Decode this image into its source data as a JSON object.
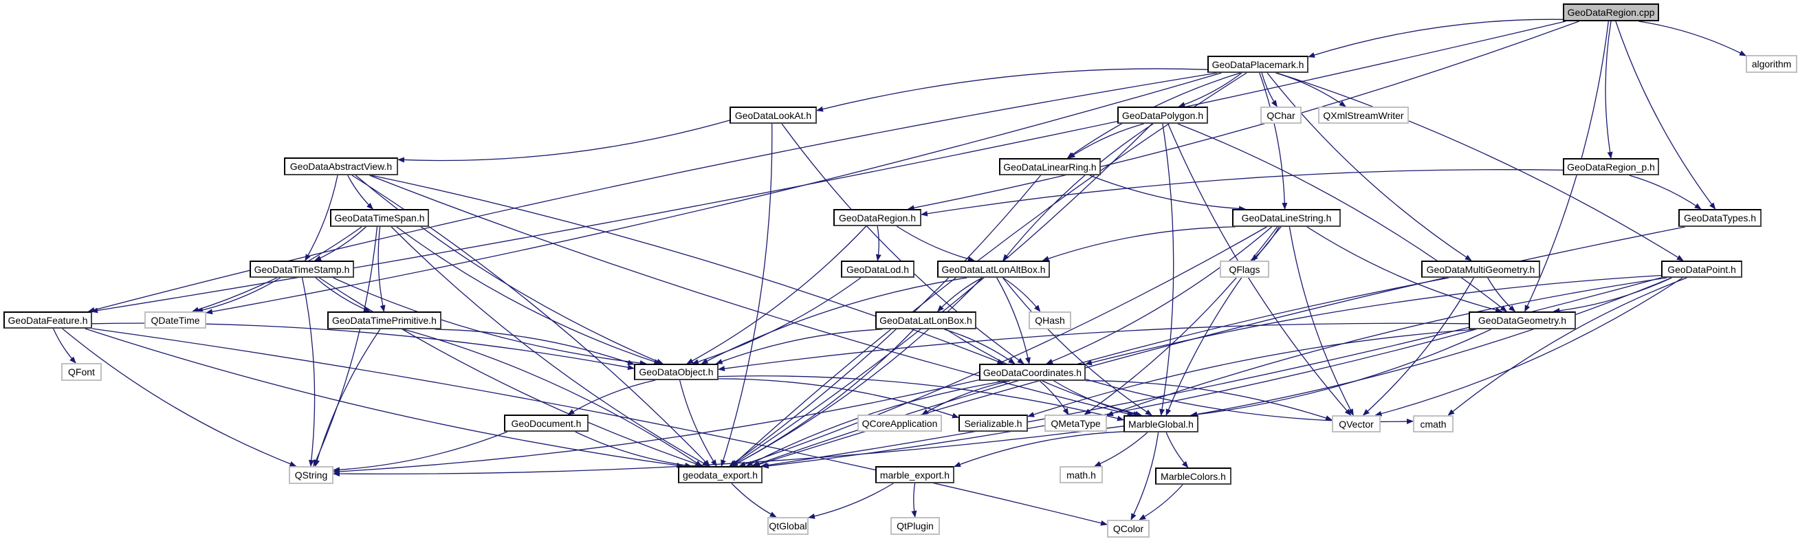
{
  "title": "GeoDataRegion.cpp include dependency graph",
  "colors": {
    "edge": "#191970",
    "local_border": "#000000",
    "external_border": "#bfbfbf",
    "root_fill": "#bfbfbf"
  },
  "nodes": [
    {
      "id": "GeoDataRegion.cpp",
      "kind": "root"
    },
    {
      "id": "GeoDataPlacemark.h",
      "kind": "local"
    },
    {
      "id": "algorithm",
      "kind": "external"
    },
    {
      "id": "GeoDataLookAt.h",
      "kind": "local"
    },
    {
      "id": "GeoDataPolygon.h",
      "kind": "local"
    },
    {
      "id": "QChar",
      "kind": "external"
    },
    {
      "id": "QXmlStreamWriter",
      "kind": "external"
    },
    {
      "id": "GeoDataAbstractView.h",
      "kind": "local"
    },
    {
      "id": "GeoDataLinearRing.h",
      "kind": "local"
    },
    {
      "id": "GeoDataRegion_p.h",
      "kind": "local"
    },
    {
      "id": "GeoDataTimeSpan.h",
      "kind": "local"
    },
    {
      "id": "GeoDataRegion.h",
      "kind": "local"
    },
    {
      "id": "GeoDataLineString.h",
      "kind": "local"
    },
    {
      "id": "GeoDataTypes.h",
      "kind": "local"
    },
    {
      "id": "GeoDataTimeStamp.h",
      "kind": "local"
    },
    {
      "id": "GeoDataLod.h",
      "kind": "local"
    },
    {
      "id": "GeoDataLatLonAltBox.h",
      "kind": "local"
    },
    {
      "id": "QFlags",
      "kind": "external"
    },
    {
      "id": "GeoDataMultiGeometry.h",
      "kind": "local"
    },
    {
      "id": "GeoDataPoint.h",
      "kind": "local"
    },
    {
      "id": "GeoDataFeature.h",
      "kind": "local"
    },
    {
      "id": "QDateTime",
      "kind": "external"
    },
    {
      "id": "GeoDataTimePrimitive.h",
      "kind": "local"
    },
    {
      "id": "GeoDataLatLonBox.h",
      "kind": "local"
    },
    {
      "id": "QHash",
      "kind": "external"
    },
    {
      "id": "GeoDataGeometry.h",
      "kind": "local"
    },
    {
      "id": "QFont",
      "kind": "external"
    },
    {
      "id": "GeoDataObject.h",
      "kind": "local"
    },
    {
      "id": "GeoDataCoordinates.h",
      "kind": "local"
    },
    {
      "id": "GeoDocument.h",
      "kind": "local"
    },
    {
      "id": "QCoreApplication",
      "kind": "external"
    },
    {
      "id": "Serializable.h",
      "kind": "local"
    },
    {
      "id": "QMetaType",
      "kind": "external"
    },
    {
      "id": "MarbleGlobal.h",
      "kind": "local"
    },
    {
      "id": "QVector",
      "kind": "external"
    },
    {
      "id": "cmath",
      "kind": "external"
    },
    {
      "id": "QString",
      "kind": "external"
    },
    {
      "id": "geodata_export.h",
      "kind": "local"
    },
    {
      "id": "marble_export.h",
      "kind": "local"
    },
    {
      "id": "math.h",
      "kind": "external"
    },
    {
      "id": "MarbleColors.h",
      "kind": "local"
    },
    {
      "id": "QtGlobal",
      "kind": "external"
    },
    {
      "id": "QtPlugin",
      "kind": "external"
    },
    {
      "id": "QColor",
      "kind": "external"
    }
  ],
  "edges": [
    [
      "GeoDataRegion.cpp",
      "GeoDataRegion.h"
    ],
    [
      "GeoDataRegion.cpp",
      "GeoDataPlacemark.h"
    ],
    [
      "GeoDataRegion.cpp",
      "GeoDataFeature.h"
    ],
    [
      "GeoDataRegion.cpp",
      "GeoDataRegion_p.h"
    ],
    [
      "GeoDataRegion.cpp",
      "GeoDataGeometry.h"
    ],
    [
      "GeoDataRegion.cpp",
      "GeoDataTypes.h"
    ],
    [
      "GeoDataRegion.cpp",
      "algorithm"
    ],
    [
      "GeoDataPlacemark.h",
      "GeoDataFeature.h"
    ],
    [
      "GeoDataPlacemark.h",
      "QDateTime"
    ],
    [
      "GeoDataPlacemark.h",
      "GeoDataLookAt.h"
    ],
    [
      "GeoDataPlacemark.h",
      "GeoDataPolygon.h"
    ],
    [
      "GeoDataPlacemark.h",
      "QChar"
    ],
    [
      "GeoDataPlacemark.h",
      "QXmlStreamWriter"
    ],
    [
      "GeoDataPlacemark.h",
      "GeoDataLinearRing.h"
    ],
    [
      "GeoDataPlacemark.h",
      "GeoDataLineString.h"
    ],
    [
      "GeoDataPlacemark.h",
      "GeoDataMultiGeometry.h"
    ],
    [
      "GeoDataPlacemark.h",
      "GeoDataPoint.h"
    ],
    [
      "GeoDataPlacemark.h",
      "geodata_export.h"
    ],
    [
      "GeoDataLookAt.h",
      "GeoDataAbstractView.h"
    ],
    [
      "GeoDataLookAt.h",
      "GeoDataCoordinates.h"
    ],
    [
      "GeoDataLookAt.h",
      "geodata_export.h"
    ],
    [
      "GeoDataPolygon.h",
      "GeoDataLinearRing.h"
    ],
    [
      "GeoDataPolygon.h",
      "GeoDataGeometry.h"
    ],
    [
      "GeoDataPolygon.h",
      "GeoDataLatLonAltBox.h"
    ],
    [
      "GeoDataPolygon.h",
      "MarbleGlobal.h"
    ],
    [
      "GeoDataPolygon.h",
      "QVector"
    ],
    [
      "GeoDataPolygon.h",
      "geodata_export.h"
    ],
    [
      "GeoDataAbstractView.h",
      "GeoDataTimeSpan.h"
    ],
    [
      "GeoDataAbstractView.h",
      "GeoDataTimeStamp.h"
    ],
    [
      "GeoDataAbstractView.h",
      "GeoDataObject.h"
    ],
    [
      "GeoDataAbstractView.h",
      "GeoDataCoordinates.h"
    ],
    [
      "GeoDataAbstractView.h",
      "MarbleGlobal.h"
    ],
    [
      "GeoDataAbstractView.h",
      "geodata_export.h"
    ],
    [
      "GeoDataLinearRing.h",
      "GeoDataLineString.h"
    ],
    [
      "GeoDataLinearRing.h",
      "geodata_export.h"
    ],
    [
      "GeoDataRegion_p.h",
      "GeoDataRegion.h"
    ],
    [
      "GeoDataRegion_p.h",
      "GeoDataTypes.h"
    ],
    [
      "GeoDataTypes.h",
      "geodata_export.h"
    ],
    [
      "GeoDataTimeSpan.h",
      "GeoDataTimeStamp.h"
    ],
    [
      "GeoDataTimeSpan.h",
      "GeoDataTimePrimitive.h"
    ],
    [
      "GeoDataTimeSpan.h",
      "QDateTime"
    ],
    [
      "GeoDataTimeSpan.h",
      "GeoDataObject.h"
    ],
    [
      "GeoDataTimeSpan.h",
      "QString"
    ],
    [
      "GeoDataTimeSpan.h",
      "geodata_export.h"
    ],
    [
      "GeoDataRegion.h",
      "GeoDataLod.h"
    ],
    [
      "GeoDataRegion.h",
      "GeoDataLatLonAltBox.h"
    ],
    [
      "GeoDataRegion.h",
      "GeoDataObject.h"
    ],
    [
      "GeoDataLineString.h",
      "GeoDataLatLonAltBox.h"
    ],
    [
      "GeoDataLineString.h",
      "QFlags"
    ],
    [
      "GeoDataLineString.h",
      "GeoDataGeometry.h"
    ],
    [
      "GeoDataLineString.h",
      "GeoDataCoordinates.h"
    ],
    [
      "GeoDataLineString.h",
      "MarbleGlobal.h"
    ],
    [
      "GeoDataLineString.h",
      "QMetaType"
    ],
    [
      "GeoDataLineString.h",
      "QVector"
    ],
    [
      "GeoDataLineString.h",
      "geodata_export.h"
    ],
    [
      "GeoDataTimeStamp.h",
      "GeoDataTimePrimitive.h"
    ],
    [
      "GeoDataTimeStamp.h",
      "QDateTime"
    ],
    [
      "GeoDataTimeStamp.h",
      "GeoDataObject.h"
    ],
    [
      "GeoDataTimeStamp.h",
      "QString"
    ],
    [
      "GeoDataTimeStamp.h",
      "geodata_export.h"
    ],
    [
      "GeoDataLod.h",
      "GeoDataObject.h"
    ],
    [
      "GeoDataLatLonAltBox.h",
      "GeoDataLatLonBox.h"
    ],
    [
      "GeoDataLatLonAltBox.h",
      "QHash"
    ],
    [
      "GeoDataLatLonAltBox.h",
      "GeoDataObject.h"
    ],
    [
      "GeoDataLatLonAltBox.h",
      "GeoDataCoordinates.h"
    ],
    [
      "GeoDataLatLonAltBox.h",
      "MarbleGlobal.h"
    ],
    [
      "GeoDataLatLonAltBox.h",
      "geodata_export.h"
    ],
    [
      "GeoDataMultiGeometry.h",
      "GeoDataGeometry.h"
    ],
    [
      "GeoDataMultiGeometry.h",
      "QVector"
    ],
    [
      "GeoDataMultiGeometry.h",
      "geodata_export.h"
    ],
    [
      "GeoDataPoint.h",
      "GeoDataGeometry.h"
    ],
    [
      "GeoDataPoint.h",
      "GeoDataCoordinates.h"
    ],
    [
      "GeoDataPoint.h",
      "MarbleGlobal.h"
    ],
    [
      "GeoDataPoint.h",
      "QMetaType"
    ],
    [
      "GeoDataPoint.h",
      "QVector"
    ],
    [
      "GeoDataPoint.h",
      "cmath"
    ],
    [
      "GeoDataPoint.h",
      "geodata_export.h"
    ],
    [
      "GeoDataFeature.h",
      "QFont"
    ],
    [
      "GeoDataFeature.h",
      "GeoDataObject.h"
    ],
    [
      "GeoDataFeature.h",
      "QString"
    ],
    [
      "GeoDataFeature.h",
      "QColor"
    ],
    [
      "GeoDataFeature.h",
      "geodata_export.h"
    ],
    [
      "GeoDataTimePrimitive.h",
      "GeoDataObject.h"
    ],
    [
      "GeoDataTimePrimitive.h",
      "QString"
    ],
    [
      "GeoDataTimePrimitive.h",
      "geodata_export.h"
    ],
    [
      "GeoDataLatLonBox.h",
      "GeoDataObject.h"
    ],
    [
      "GeoDataLatLonBox.h",
      "GeoDataCoordinates.h"
    ],
    [
      "GeoDataLatLonBox.h",
      "MarbleGlobal.h"
    ],
    [
      "GeoDataLatLonBox.h",
      "geodata_export.h"
    ],
    [
      "GeoDataGeometry.h",
      "GeoDataObject.h"
    ],
    [
      "GeoDataGeometry.h",
      "MarbleGlobal.h"
    ],
    [
      "GeoDataGeometry.h",
      "Serializable.h"
    ],
    [
      "GeoDataGeometry.h",
      "geodata_export.h"
    ],
    [
      "GeoDataObject.h",
      "GeoDocument.h"
    ],
    [
      "GeoDataObject.h",
      "Serializable.h"
    ],
    [
      "GeoDataObject.h",
      "geodata_export.h"
    ],
    [
      "GeoDataObject.h",
      "MarbleGlobal.h"
    ],
    [
      "GeoDataCoordinates.h",
      "QCoreApplication"
    ],
    [
      "GeoDataCoordinates.h",
      "QMetaType"
    ],
    [
      "GeoDataCoordinates.h",
      "MarbleGlobal.h"
    ],
    [
      "GeoDataCoordinates.h",
      "QVector"
    ],
    [
      "GeoDataCoordinates.h",
      "cmath"
    ],
    [
      "GeoDataCoordinates.h",
      "QString"
    ],
    [
      "GeoDataCoordinates.h",
      "geodata_export.h"
    ],
    [
      "GeoDocument.h",
      "QString"
    ],
    [
      "GeoDocument.h",
      "geodata_export.h"
    ],
    [
      "MarbleGlobal.h",
      "QString"
    ],
    [
      "MarbleGlobal.h",
      "marble_export.h"
    ],
    [
      "MarbleGlobal.h",
      "math.h"
    ],
    [
      "MarbleGlobal.h",
      "MarbleColors.h"
    ],
    [
      "MarbleGlobal.h",
      "QColor"
    ],
    [
      "geodata_export.h",
      "QtGlobal"
    ],
    [
      "marble_export.h",
      "QtGlobal"
    ],
    [
      "marble_export.h",
      "QtPlugin"
    ],
    [
      "MarbleColors.h",
      "QColor"
    ]
  ]
}
